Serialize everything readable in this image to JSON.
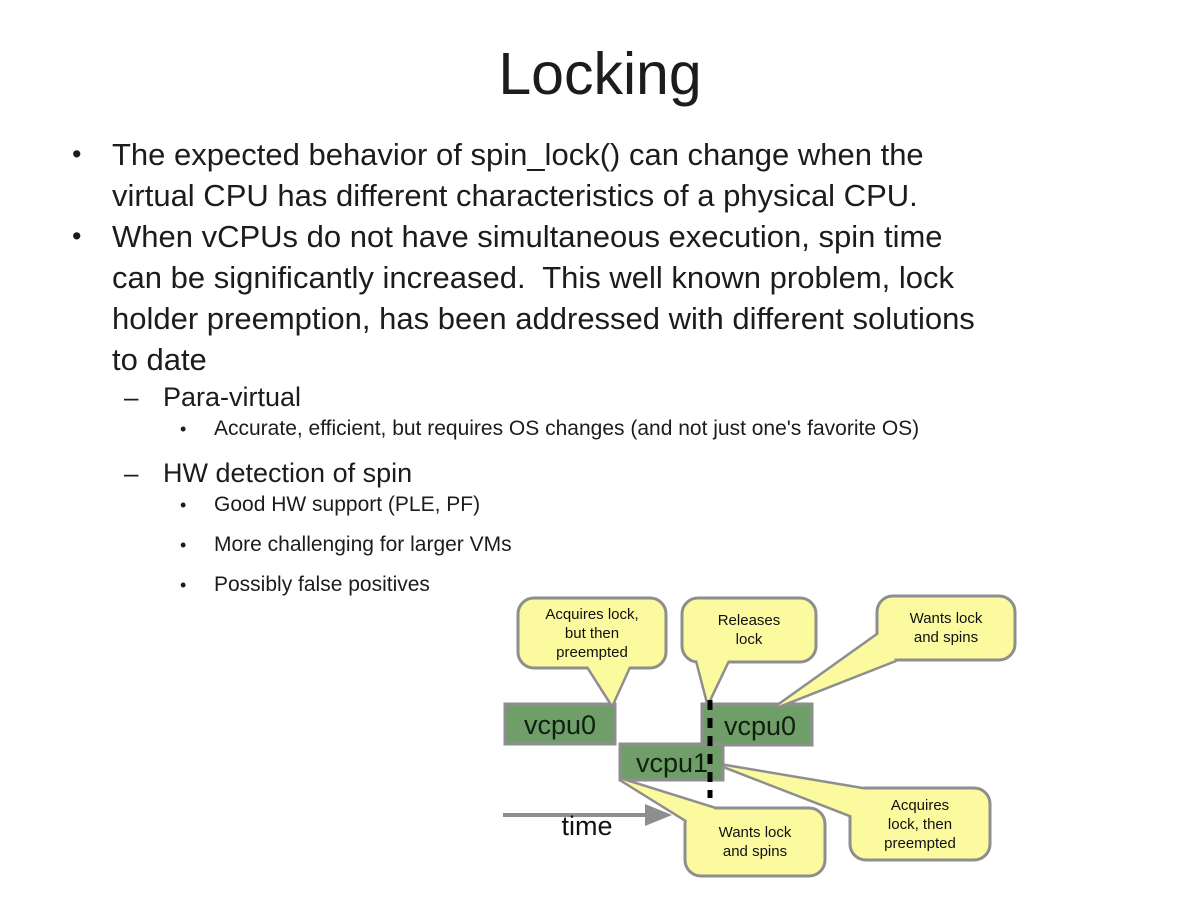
{
  "slide": {
    "title": "Locking",
    "marker_glyphs": {
      "l1": "•",
      "l2": "–",
      "l3": "•"
    },
    "bullets": [
      {
        "level": 1,
        "lines": [
          "The expected behavior of spin_lock() can change when the",
          "virtual CPU has different characteristics of a physical CPU."
        ]
      },
      {
        "level": 1,
        "lines": [
          "When vCPUs do not have simultaneous execution, spin time",
          "can be significantly increased.  This well known problem, lock",
          "holder preemption, has been addressed with different solutions",
          "to date"
        ]
      },
      {
        "level": 2,
        "lines": [
          "Para-virtual"
        ]
      },
      {
        "level": 3,
        "lines": [
          "Accurate, efficient, but requires OS changes (and not just one's favorite OS)"
        ]
      },
      {
        "level": 2,
        "lines": [
          "HW detection of spin"
        ]
      },
      {
        "level": 3,
        "lines": [
          "Good HW support (PLE, PF)"
        ]
      },
      {
        "level": 3,
        "lines": [
          "More challenging for larger VMs"
        ]
      },
      {
        "level": 3,
        "lines": [
          "Possibly false positives"
        ]
      }
    ]
  },
  "diagram": {
    "time_label": "time",
    "bars": [
      {
        "label": "vcpu0"
      },
      {
        "label": "vcpu0"
      },
      {
        "label": "vcpu1"
      }
    ],
    "callouts": [
      {
        "text": "Acquires lock,\nbut then\npreempted"
      },
      {
        "text": "Releases\nlock"
      },
      {
        "text": "Wants lock\nand spins"
      },
      {
        "text": "Wants lock\nand spins"
      },
      {
        "text": "Acquires\nlock, then\npreempted"
      }
    ],
    "colors": {
      "outline": "#8e8e8e",
      "bar-fill": "#6f9e68",
      "callout-fill": "#fbfa9e"
    }
  }
}
